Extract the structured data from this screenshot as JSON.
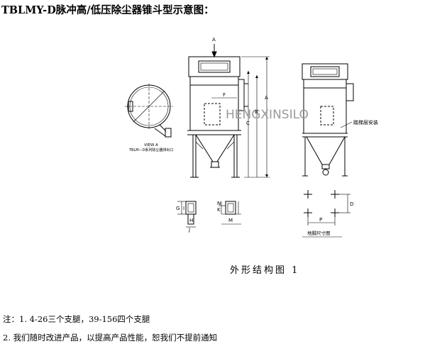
{
  "title": "TBLMY-D脉冲高/低压除尘器锥斗型示意图：",
  "watermark": "HENGXINSILO",
  "view_labels": {
    "view_a": "VIEW A",
    "tblm_note": "TBLM—D系列除尘器排出口",
    "arrow_a": "A",
    "side_note": "踏梯层安装",
    "foundation": "地脚尺寸图"
  },
  "dimension_letters": {
    "a": "A",
    "b": "B",
    "c": "C",
    "f": "F",
    "g": "G",
    "h": "H",
    "i": "I",
    "j": "J",
    "k": "K",
    "m": "M",
    "n": "N",
    "p": "P",
    "d": "D"
  },
  "caption": "外形结构图 1",
  "notes": {
    "line1": "注：1. 4-26三个支腿，39-156四个支腿",
    "line2": "2. 我们随时改进产品，以提高产品性能，恕我们不提前通知"
  },
  "colors": {
    "line": "#000000",
    "watermark": "#9a9a9a"
  }
}
